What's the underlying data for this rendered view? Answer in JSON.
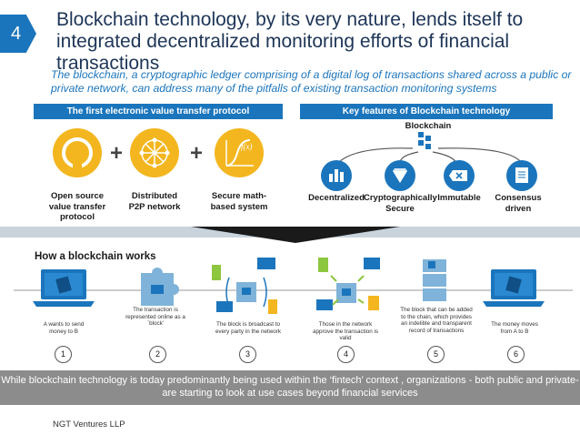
{
  "slide_number": "4",
  "title": "Blockchain technology, by its very nature, lends itself to integrated decentralized monitoring efforts of financial transactions",
  "subtitle": "The blockchain, a cryptographic ledger comprising of a digital log of transactions shared across a public or private network, can address many of the pitfalls of existing transaction monitoring systems",
  "left_section": {
    "header": "The first electronic value transfer protocol",
    "pillars": [
      {
        "icon": "open-source-icon",
        "label": "Open source value transfer protocol"
      },
      {
        "icon": "network-icon",
        "label": "Distributed P2P network"
      },
      {
        "icon": "math-function-icon",
        "label": "Secure math-based system",
        "icon_text": "f(x)"
      }
    ],
    "plus": "+"
  },
  "right_section": {
    "header": "Key features of Blockchain technology",
    "root_label": "Blockchain",
    "features": [
      {
        "icon": "bar-chart-icon",
        "label": "Decentralized"
      },
      {
        "icon": "diamond-icon",
        "label": "Cryptographically Secure"
      },
      {
        "icon": "erase-icon",
        "label": "Immutable"
      },
      {
        "icon": "document-icon",
        "label": "Consensus driven"
      }
    ]
  },
  "how_it_works": {
    "title": "How a blockchain works",
    "steps": [
      {
        "num": "1",
        "caption": "A wants to send money to B"
      },
      {
        "num": "2",
        "caption": "The transaction is represented online as a `block'"
      },
      {
        "num": "3",
        "caption": "The block is broadcast to every party in the network"
      },
      {
        "num": "4",
        "caption": "Those in the network approve the transaction is valid"
      },
      {
        "num": "5",
        "caption": "The block that can be added to the chain, which provides an indelible and transparent record of transactions"
      },
      {
        "num": "6",
        "caption": "The money moves from A to B"
      }
    ]
  },
  "footer_text": "While blockchain technology is today predominantly being used within the ‘fintech’ context , organizations - both public and private- are starting to look at use cases  beyond  financial services",
  "brand": "NGT Ventures LLP",
  "colors": {
    "accent": "#1b75bc",
    "gold": "#f3b61f",
    "footer": "#8c8c8c",
    "puzzle": "#7fb3d9"
  }
}
